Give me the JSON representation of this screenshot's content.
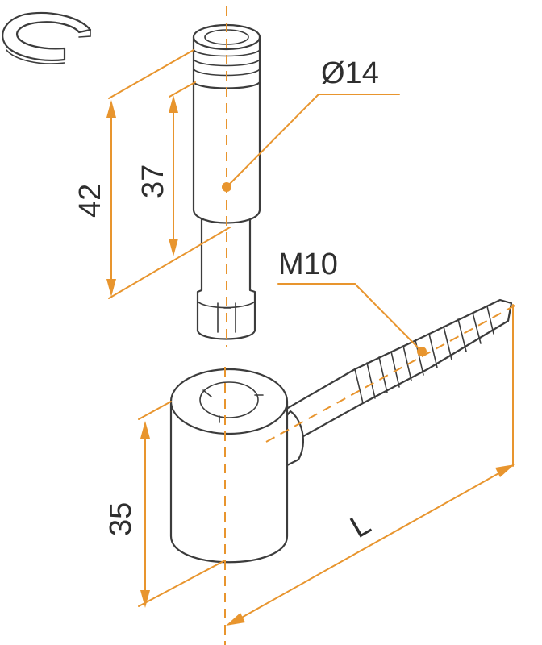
{
  "labels": {
    "diameter": "Ø14",
    "thread": "M10",
    "dim_42": "42",
    "dim_37": "37",
    "dim_35": "35",
    "dim_length": "L"
  },
  "colors": {
    "dimension": "#e8952e",
    "outline": "#3c3c3c",
    "background": "#ffffff"
  }
}
